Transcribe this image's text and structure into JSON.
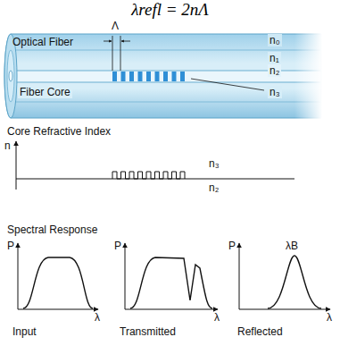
{
  "diagram": {
    "title": "λrefl = 2nΛ",
    "labels": [
      "Optical Fiber",
      "Λ",
      "n₀",
      "n₁",
      "n₂",
      "n₃",
      "Fiber Core",
      "Core Refractive Index",
      "n",
      "n₃",
      "n₂",
      "Spectral Response",
      "P",
      "λ",
      "P",
      "λ",
      "P",
      "λB",
      "λ",
      "Input",
      "Transmitted",
      "Reflected"
    ]
  }
}
